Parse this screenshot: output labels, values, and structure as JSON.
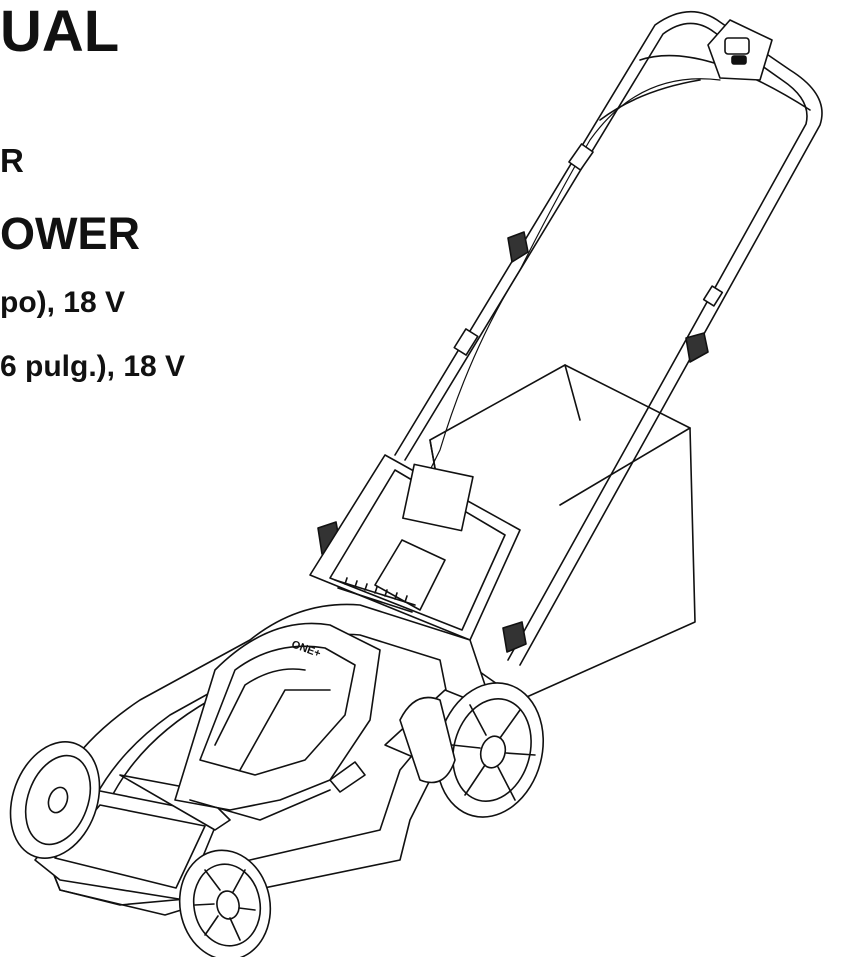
{
  "cover": {
    "title_fragment": "UAL",
    "line2": "R",
    "line3": "OWER",
    "line4": "po), 18 V",
    "line5": "6 pulg.), 18 V"
  },
  "illustration": {
    "subject": "lawn-mower",
    "badge_text": "ONE+",
    "line_color": "#111111",
    "fill_color": "#ffffff"
  }
}
